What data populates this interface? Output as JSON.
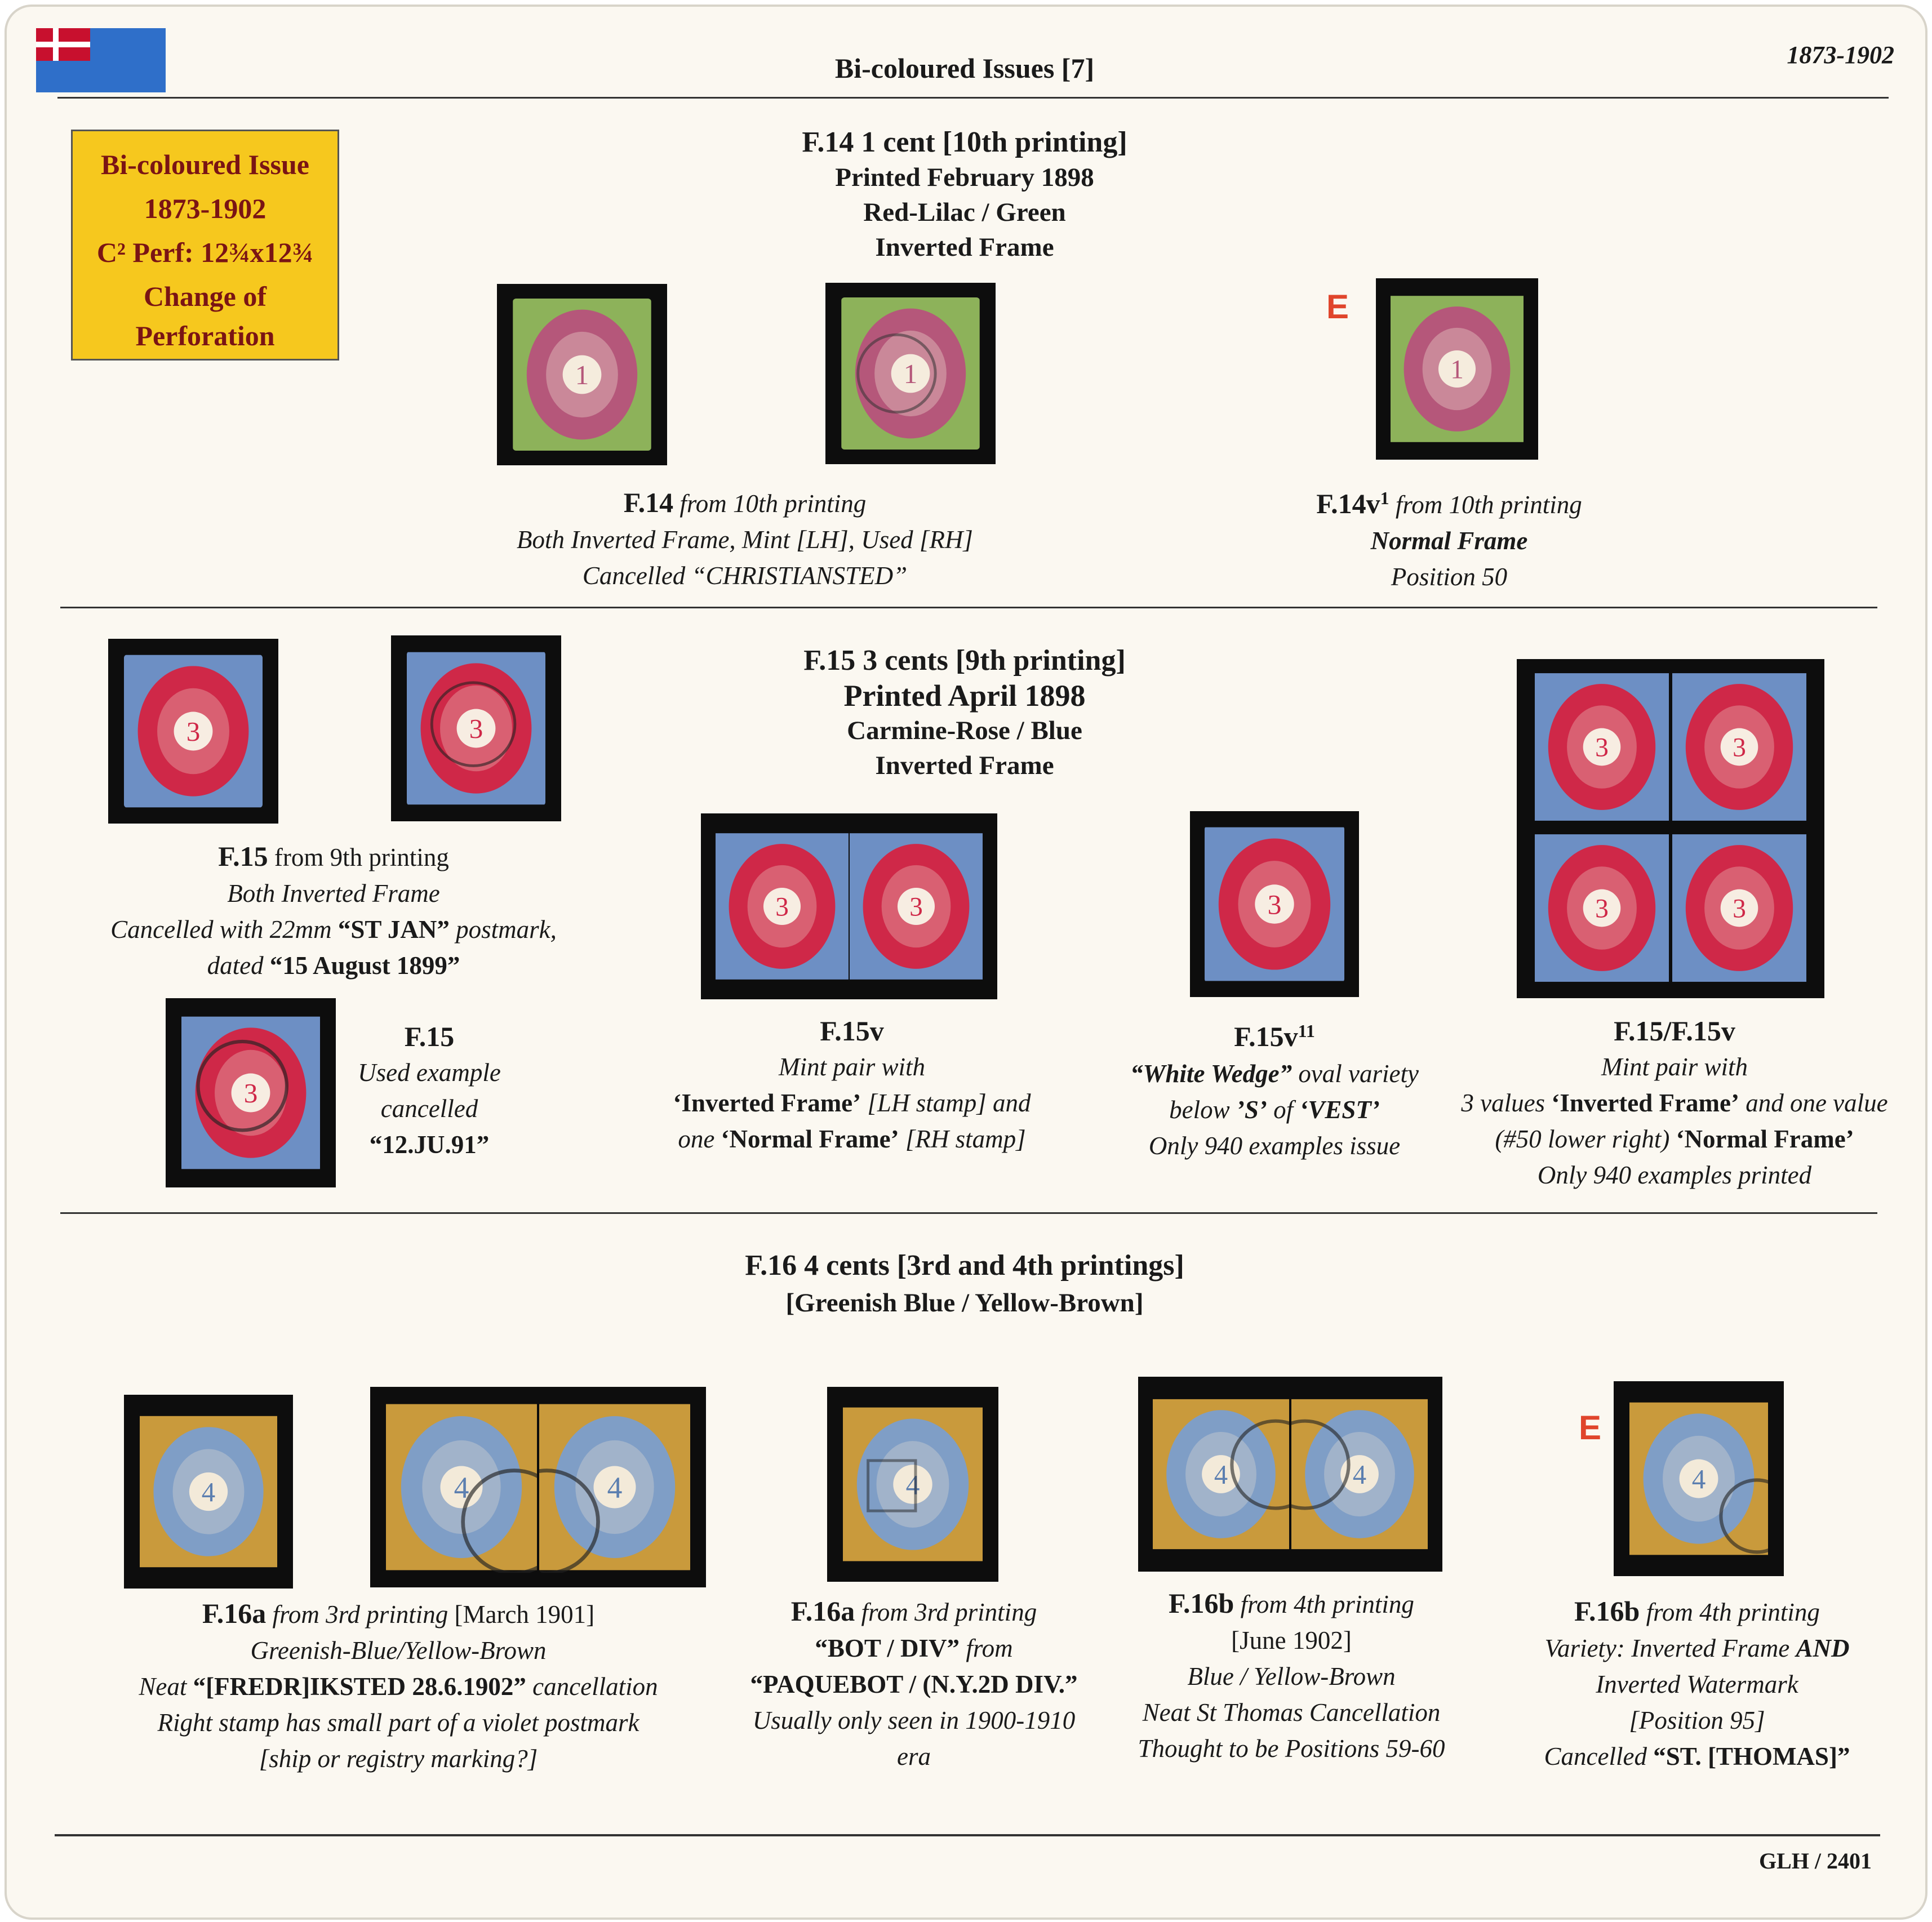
{
  "header": {
    "title": "Bi-coloured Issues [7]",
    "years": "1873-1902",
    "flag_icon": "danish-west-indies-flag-icon",
    "flag_colors": {
      "red": "#c8102e",
      "blue": "#2f6fc9"
    }
  },
  "info_box": {
    "line1": "Bi-coloured Issue",
    "line2": "1873-1902",
    "line3": "C² Perf: 12¾x12¾",
    "line4": "Change of",
    "line5": "Perforation",
    "background": "#f6c81e",
    "text_color": "#7a1414"
  },
  "stamp_colors": {
    "lilac": "#b5577a",
    "green": "#8db25a",
    "carmine": "#cf2848",
    "blue": "#6d8fc4",
    "greenish_blue": "#7f9ec6",
    "yellow_brown": "#c99a3c"
  },
  "stamp_text": {
    "value_1": "1",
    "value_3": "3",
    "value_4": "4"
  },
  "section1": {
    "heading": [
      "F.14 1 cent [10th printing]",
      "Printed February 1898",
      "Red-Lilac / Green",
      "Inverted Frame"
    ],
    "expertise_mark": "E",
    "cap_a": {
      "id": "F.14",
      "l1": " from 10th printing",
      "l2": "Both Inverted Frame, Mint [LH], Used [RH]",
      "l3": "Cancelled “CHRISTIANSTED”"
    },
    "cap_b": {
      "id": "F.14v",
      "sup": "1",
      "l1": " from 10th printing",
      "l2": "Normal Frame",
      "l3": "Position 50"
    }
  },
  "section2": {
    "heading": [
      "F.15 3 cents [9th printing]",
      "Printed April 1898",
      "Carmine-Rose / Blue",
      "Inverted Frame"
    ],
    "cap_a": {
      "id": "F.15",
      "l1": " from 9th printing",
      "l2": "Both Inverted Frame",
      "l3a": "Cancelled with 22mm ",
      "l3b": "“ST JAN”",
      "l3c": " postmark,",
      "l4a": "dated ",
      "l4b": "“15 August 1899”"
    },
    "cap_used": {
      "id": "F.15",
      "l2": "Used example",
      "l3": "cancelled",
      "l4": "“12.JU.91”"
    },
    "cap_pair": {
      "id": "F.15v",
      "l2": "Mint pair with",
      "l3a": "‘Inverted Frame’",
      "l3b": " [LH stamp] and",
      "l4a": "one ",
      "l4b": "‘Normal Frame’",
      "l4c": " [RH stamp]"
    },
    "cap_wedge": {
      "id": "F.15v",
      "sup": "11",
      "l2a": "“White Wedge”",
      "l2b": " oval variety",
      "l3a": "below ",
      "l3b": "’S’",
      "l3c": " of ",
      "l3d": "‘VEST’",
      "l4": "Only 940 examples issue"
    },
    "cap_block": {
      "id": "F.15/F.15v",
      "l2": "Mint pair with",
      "l3a": "3 values ",
      "l3b": "‘Inverted Frame’",
      "l3c": " and one value",
      "l4a": "(#50 lower right) ",
      "l4b": "‘Normal Frame’",
      "l5": "Only 940 examples printed"
    }
  },
  "section3": {
    "heading": [
      "F.16 4 cents [3rd and 4th printings]",
      "[Greenish Blue / Yellow-Brown]"
    ],
    "expertise_mark": "E",
    "cap_a": {
      "id": "F.16a",
      "l1a": " from 3rd printing",
      "l1b": " [March 1901]",
      "l2": "Greenish-Blue/Yellow-Brown",
      "l3a": "Neat ",
      "l3b": "“[FREDR]IKSTED 28.6.1902”",
      "l3c": " cancellation",
      "l4": "Right stamp has small part of a violet postmark",
      "l5": "[ship or registry marking?]"
    },
    "cap_b": {
      "id": "F.16a",
      "l1": " from 3rd printing",
      "l2a": "“BOT / DIV”",
      "l2b": " from",
      "l3": "“PAQUEBOT / (N.Y.2D DIV.”",
      "l4": "Usually only seen in 1900-1910",
      "l5": "era"
    },
    "cap_c": {
      "id": "F.16b",
      "l1": " from 4th printing",
      "l2": "[June 1902]",
      "l3": "Blue / Yellow-Brown",
      "l4": "Neat St Thomas Cancellation",
      "l5": "Thought to be Positions 59-60"
    },
    "cap_d": {
      "id": "F.16b",
      "l1": " from 4th printing",
      "l2a": "Variety: Inverted Frame ",
      "l2b": "AND",
      "l3": "Inverted Watermark",
      "l4": "[Position 95]",
      "l5a": "Cancelled ",
      "l5b": "“ST. [THOMAS]”"
    }
  },
  "footer": {
    "ref": "GLH / 2401"
  }
}
